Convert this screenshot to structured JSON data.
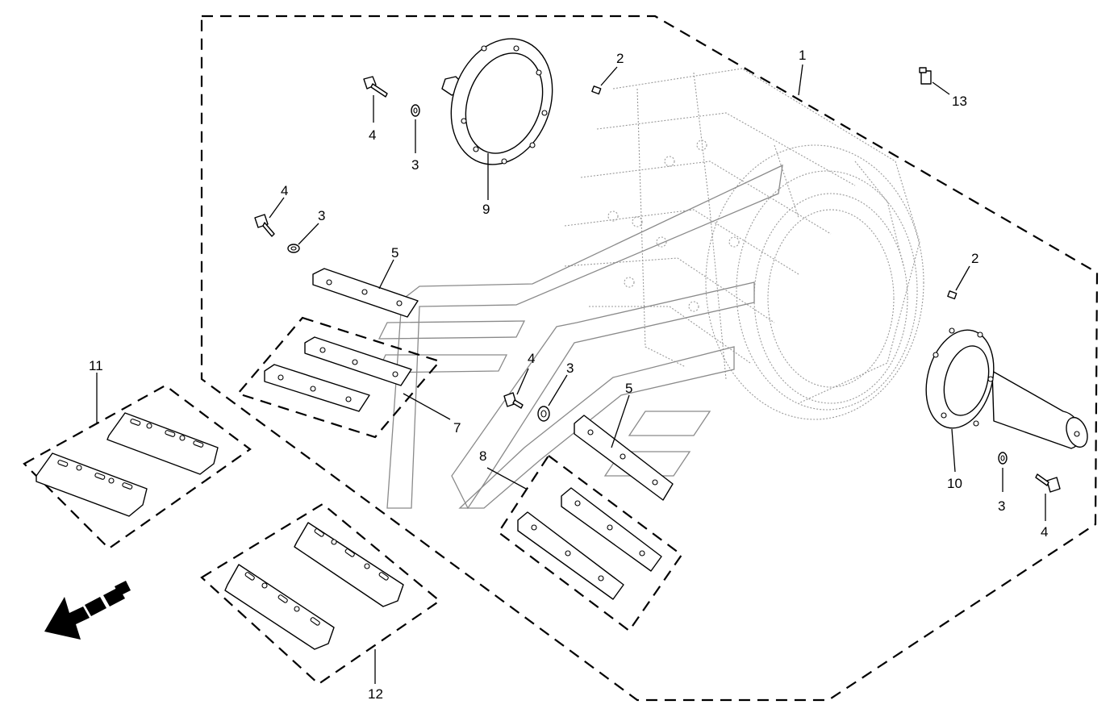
{
  "callouts": {
    "c1": "1",
    "c2a": "2",
    "c2b": "2",
    "c3a": "3",
    "c3b": "3",
    "c3c": "3",
    "c3d": "3",
    "c4a": "4",
    "c4b": "4",
    "c4c": "4",
    "c4d": "4",
    "c5a": "5",
    "c5b": "5",
    "c7": "7",
    "c8": "8",
    "c9": "9",
    "c10": "10",
    "c11": "11",
    "c12": "12",
    "c13": "13"
  },
  "icons": {
    "direction_arrow": "front-direction-arrow-icon"
  },
  "colors": {
    "line": "#000000",
    "ghost": "#9a9a9a",
    "background": "#ffffff"
  }
}
